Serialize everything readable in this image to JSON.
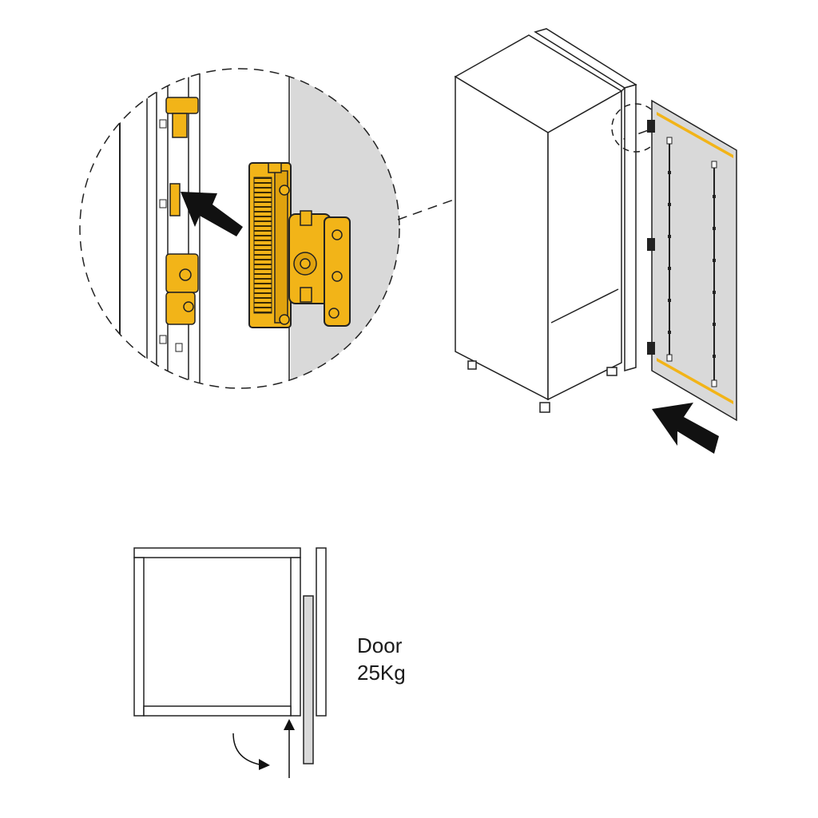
{
  "weight_label": {
    "line1": "Door",
    "line2": "25Kg"
  },
  "colors": {
    "hinge": "#f2b418",
    "hinge_dark": "#b88300",
    "panel_shade": "#d9d9d9",
    "outline": "#222222",
    "arrow": "#111111"
  },
  "icons": [
    "hinge-mount-arrow",
    "door-install-arrow",
    "rotate-arrow",
    "push-arrow"
  ]
}
